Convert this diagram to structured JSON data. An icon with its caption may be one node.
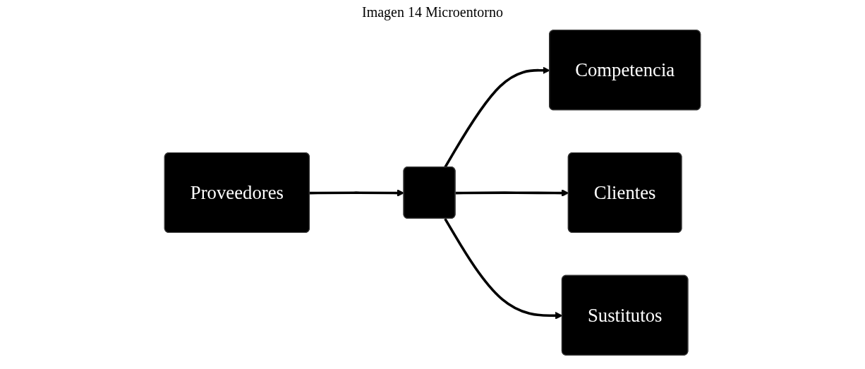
{
  "diagram": {
    "title": "Imagen 14 Microentorno",
    "nodes": [
      {
        "text": [
          "Competencia"
        ]
      },
      {
        "text": [
          "Proveedores"
        ]
      },
      {
        "text": [],
        "shape": "box"
      },
      {
        "text": [
          "Clientes"
        ]
      },
      {
        "text": [
          "Sustitutos"
        ]
      }
    ],
    "edges": [
      {
        "from": 1,
        "to": 2,
        "arrow": "to"
      },
      {
        "from": 2,
        "to": 0,
        "arrow": "to"
      },
      {
        "from": 2,
        "to": 3,
        "arrow": "to"
      },
      {
        "from": 2,
        "to": 4,
        "arrow": "to"
      }
    ]
  }
}
